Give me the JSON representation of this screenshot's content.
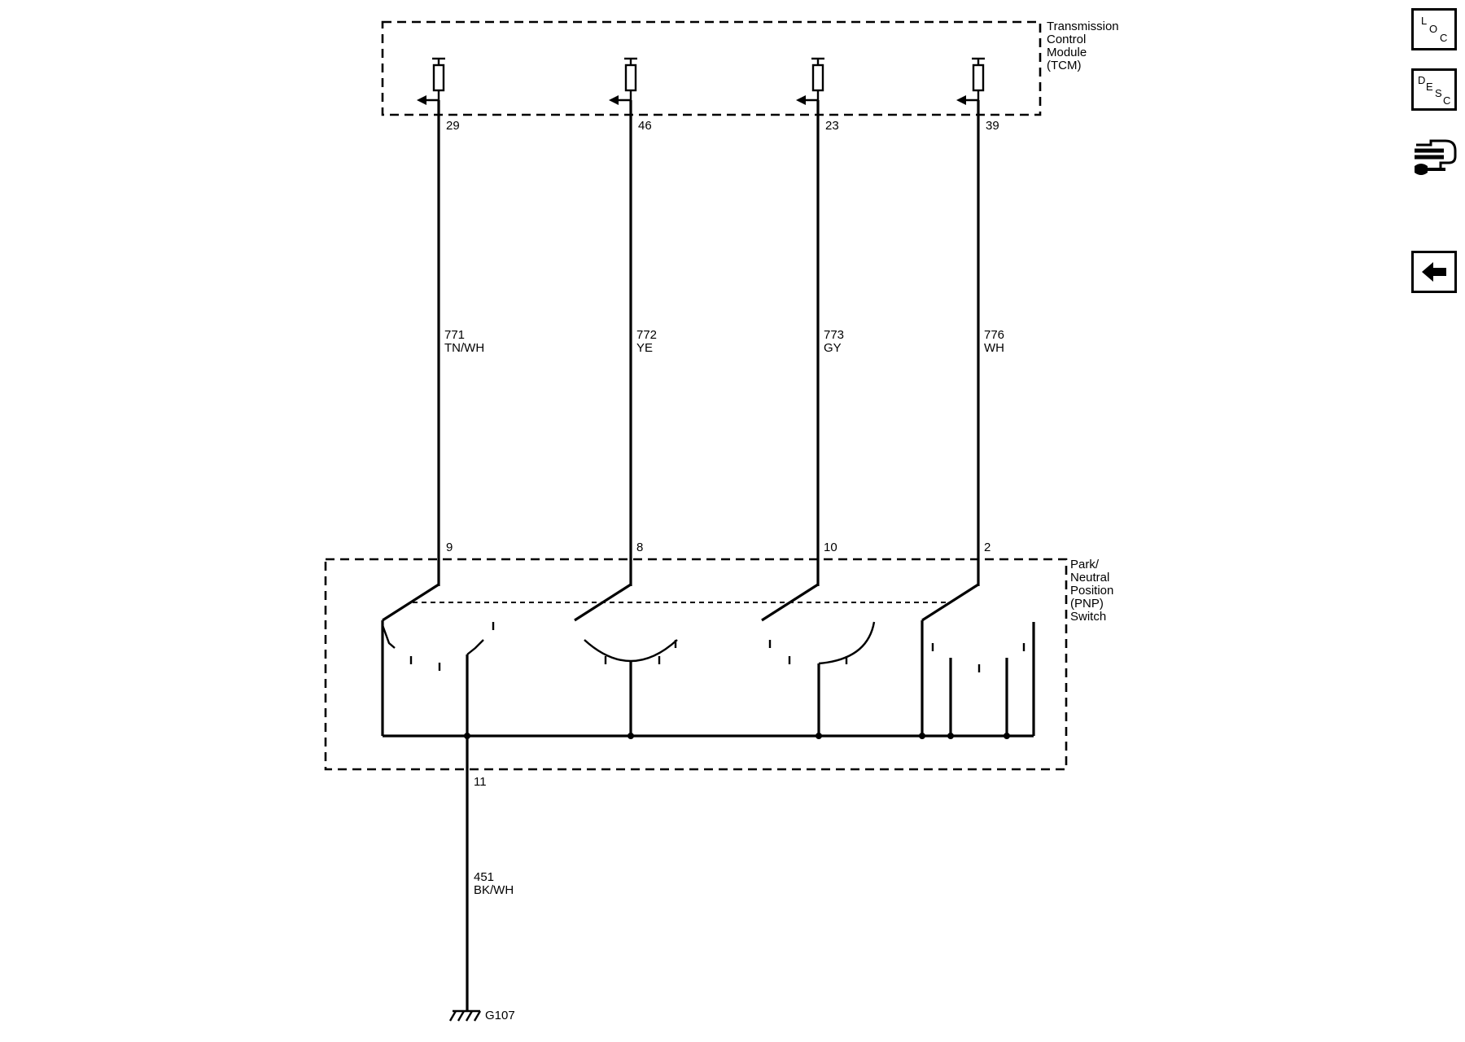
{
  "modules": {
    "tcm": {
      "lines": [
        "Transmission",
        "Control",
        "Module",
        "(TCM)"
      ]
    },
    "pnp": {
      "lines": [
        "Park/",
        "Neutral",
        "Position",
        "(PNP)",
        "Switch"
      ]
    }
  },
  "circuits": [
    {
      "tcm_pin": "29",
      "switch_pin": "9",
      "number": "771",
      "color": "TN/WH"
    },
    {
      "tcm_pin": "46",
      "switch_pin": "8",
      "number": "772",
      "color": "YE"
    },
    {
      "tcm_pin": "23",
      "switch_pin": "10",
      "number": "773",
      "color": "GY"
    },
    {
      "tcm_pin": "39",
      "switch_pin": "2",
      "number": "776",
      "color": "WH"
    }
  ],
  "ground_circuit": {
    "switch_pin": "11",
    "number": "451",
    "color": "BK/WH",
    "ground": "G107"
  },
  "sidebar": {
    "loc": {
      "letters": [
        "L",
        "O",
        "C"
      ]
    },
    "desc": {
      "letters": [
        "D",
        "E",
        "S",
        "C"
      ]
    },
    "connector_icon": "connector-end-view-icon",
    "back_icon": "back-arrow-icon"
  }
}
